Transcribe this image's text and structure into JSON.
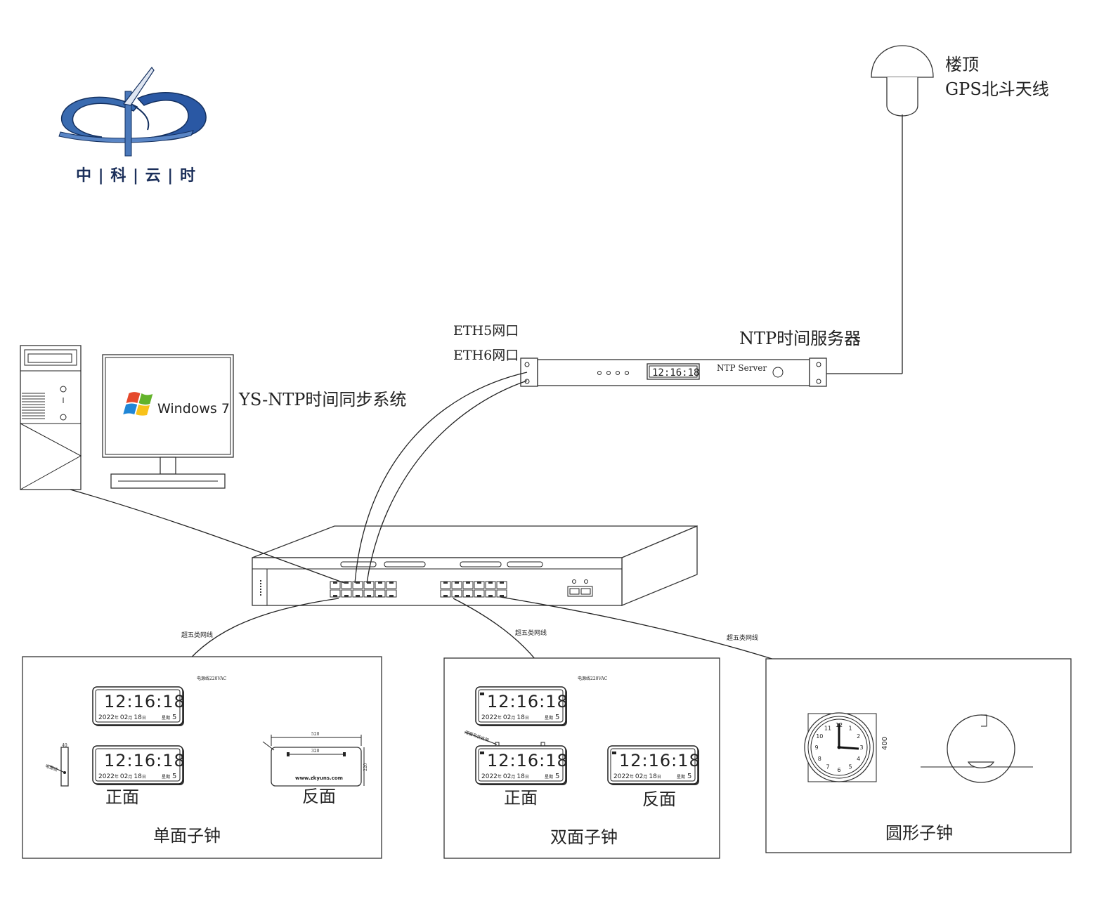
{
  "logo": {
    "caption": "中 | 科 | 云 | 时",
    "color": "#1f3f7a"
  },
  "antenna": {
    "label_line1": "楼顶",
    "label_line2": "GPS北斗天线"
  },
  "ntp_server": {
    "title": "NTP时间服务器",
    "display_time": "12:16:18",
    "panel_text": "NTP Server",
    "port1": "ETH5网口",
    "port2": "ETH6网口"
  },
  "workstation": {
    "os_text": "Windows 7",
    "system_label": "YS-NTP时间同步系统"
  },
  "cable_label": "超五类网线",
  "power_label": "电源线220VAC",
  "clock_face": {
    "time": "12:16:18",
    "year": "2022",
    "year_unit": "年",
    "month": "02",
    "month_unit": "月",
    "day": "18",
    "day_unit": "日",
    "weekday": "星期",
    "weekday_num": "5"
  },
  "single_panel": {
    "title": "单面子钟",
    "front_label": "正面",
    "back_label": "反面",
    "dim_width": "520",
    "dim_inner": "320",
    "dim_height": "220",
    "dim_depth": "40",
    "side_label": "电源线",
    "website": "www.zkyuns.com"
  },
  "double_panel": {
    "title": "双面子钟",
    "front_label": "正面",
    "back_label": "反面",
    "mount_label": "双面吊装支架"
  },
  "round_panel": {
    "title": "圆形子钟",
    "dim_height": "400",
    "dial_numbers": [
      "12",
      "1",
      "2",
      "3",
      "4",
      "5",
      "6",
      "7",
      "8",
      "9",
      "10",
      "11"
    ]
  }
}
